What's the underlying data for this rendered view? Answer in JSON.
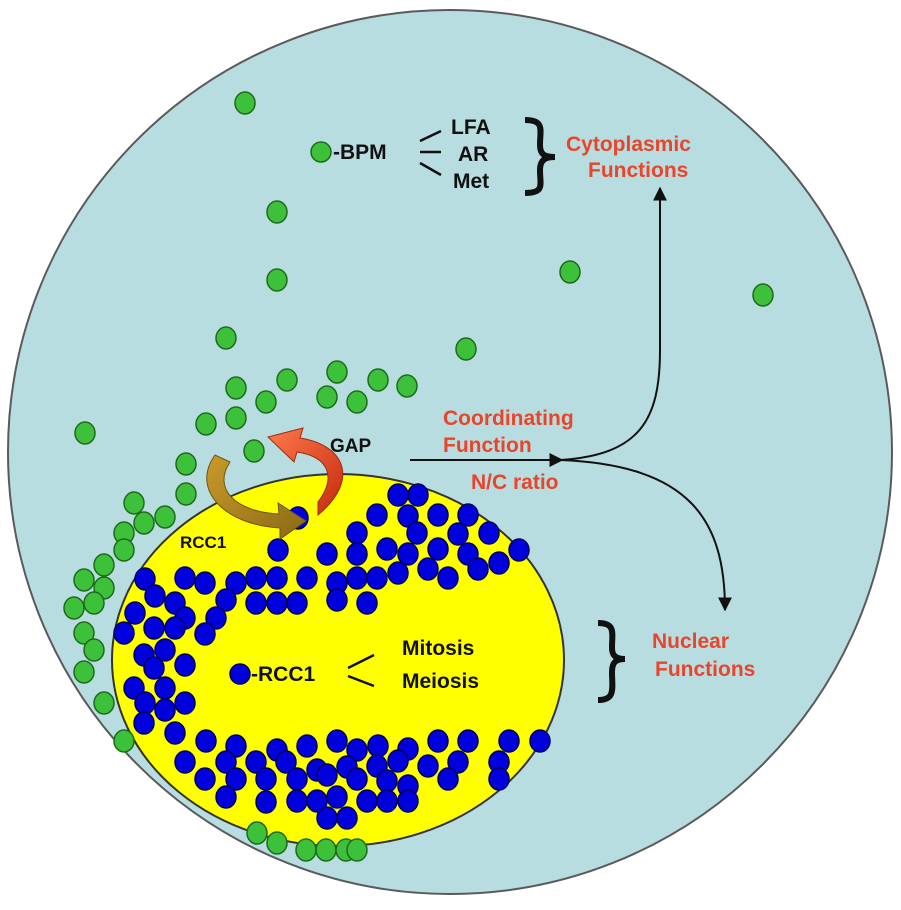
{
  "colors": {
    "cytoplasm": "#b8dde0",
    "nucleus": "#ffff00",
    "green_particle": "#3dc13a",
    "blue_particle": "#0000dd",
    "red_text": "#e8452b",
    "black": "#111111"
  },
  "cytoplasm_label": {
    "particle": "-BPM",
    "targets": [
      "LFA",
      "AR",
      "Met"
    ],
    "functions_line1": "Cytoplasmic",
    "functions_line2": "Functions"
  },
  "nucleus_label": {
    "particle": "-RCC1",
    "targets": [
      "Mitosis",
      "Meiosis"
    ],
    "functions_line1": "Nuclear",
    "functions_line2": "Functions"
  },
  "exchange": {
    "gap": "GAP",
    "rcc1": "RCC1"
  },
  "coordinating": {
    "line1": "Coordinating",
    "line2": "Function",
    "ratio": "N/C ratio"
  }
}
